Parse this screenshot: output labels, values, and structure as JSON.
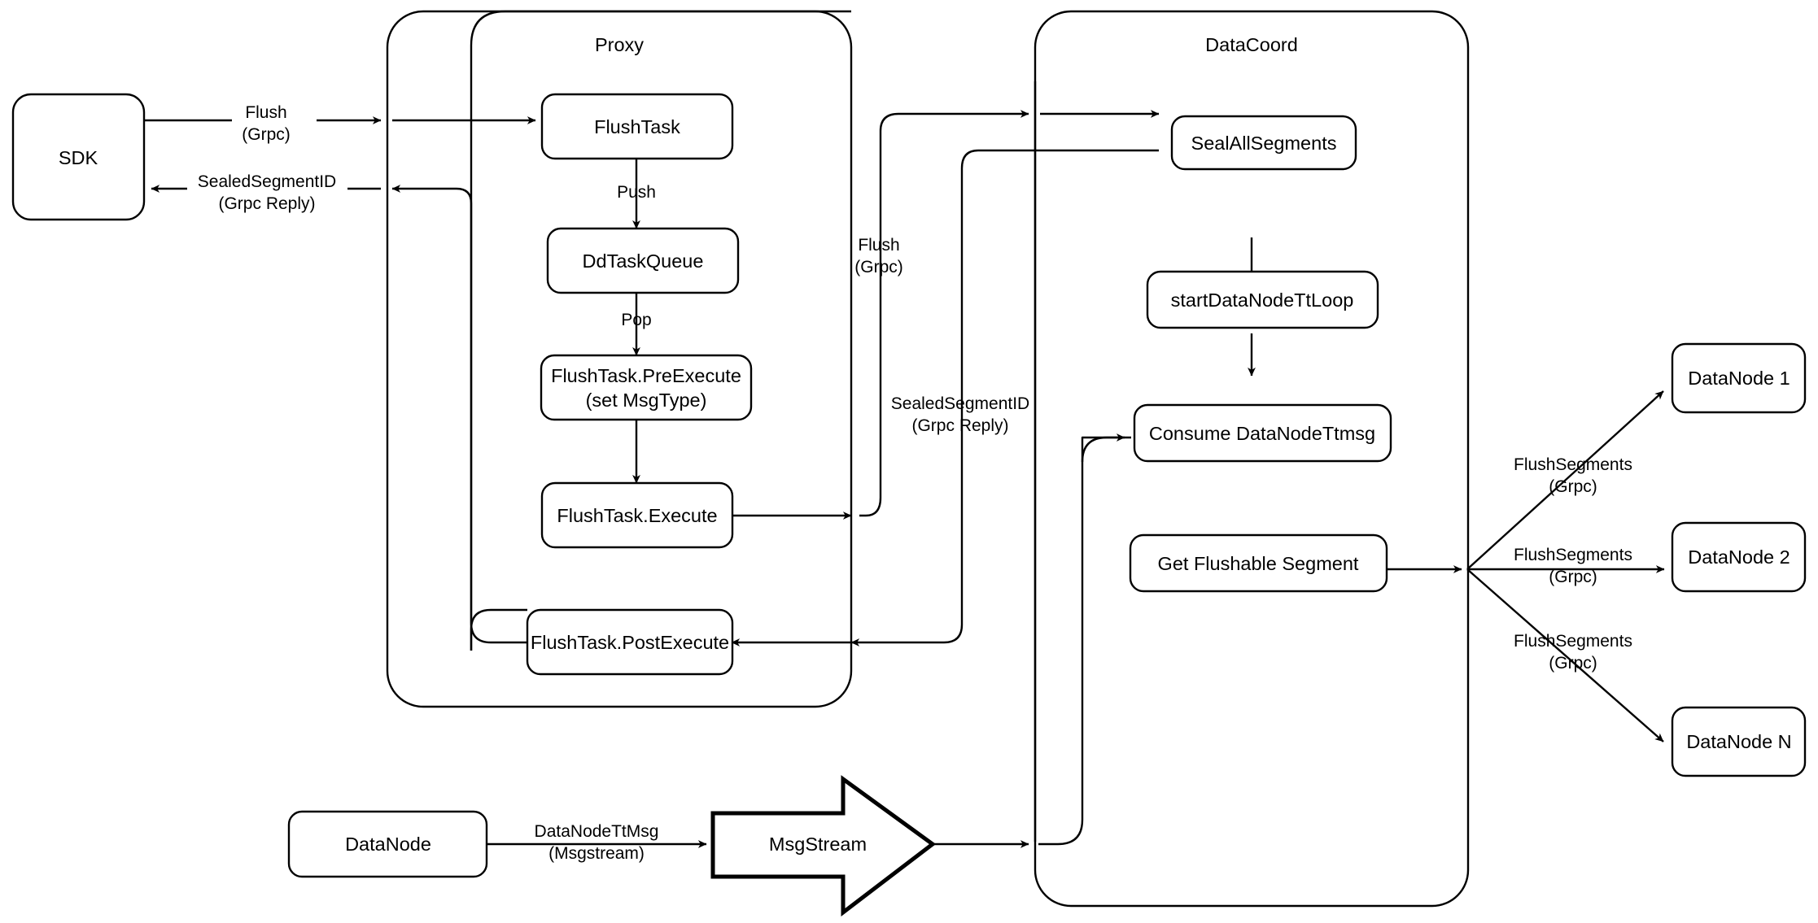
{
  "diagram": {
    "title_nodes": {
      "proxy": "Proxy",
      "datacoord": "DataCoord"
    },
    "nodes": {
      "sdk": "SDK",
      "flush_task": "FlushTask",
      "dd_task_queue": "DdTaskQueue",
      "flush_task_pre_execute_line1": "FlushTask.PreExecute",
      "flush_task_pre_execute_line2": "(set MsgType)",
      "flush_task_execute": "FlushTask.Execute",
      "flush_task_post_execute": "FlushTask.PostExecute",
      "seal_all_segments": "SealAllSegments",
      "start_datanode_tt_loop": "startDataNodeTtLoop",
      "consume_datanode_ttmsg": "Consume DataNodeTtmsg",
      "get_flushable_segment": "Get Flushable Segment",
      "datanode_1": "DataNode 1",
      "datanode_2": "DataNode 2",
      "datanode_n": "DataNode N",
      "datanode_source": "DataNode",
      "msgstream": "MsgStream"
    },
    "edge_labels": {
      "sdk_to_proxy_l1": "Flush",
      "sdk_to_proxy_l2": "(Grpc)",
      "proxy_to_sdk_l1": "SealedSegmentID",
      "proxy_to_sdk_l2": "(Grpc Reply)",
      "push": "Push",
      "pop": "Pop",
      "proxy_to_dc_l1": "Flush",
      "proxy_to_dc_l2": "(Grpc)",
      "dc_to_proxy_l1": "SealedSegmentID",
      "dc_to_proxy_l2": "(Grpc Reply)",
      "flush_seg_1_l1": "FlushSegments",
      "flush_seg_1_l2": "(Grpc)",
      "flush_seg_2_l1": "FlushSegments",
      "flush_seg_2_l2": "(Grpc)",
      "flush_seg_n_l1": "FlushSegments",
      "flush_seg_n_l2": "(Grpc)",
      "datanode_ttmsg_l1": "DataNodeTtMsg",
      "datanode_ttmsg_l2": "(Msgstream)"
    },
    "colors": {
      "stroke": "#000000",
      "fill": "#ffffff",
      "text": "#000000"
    }
  }
}
